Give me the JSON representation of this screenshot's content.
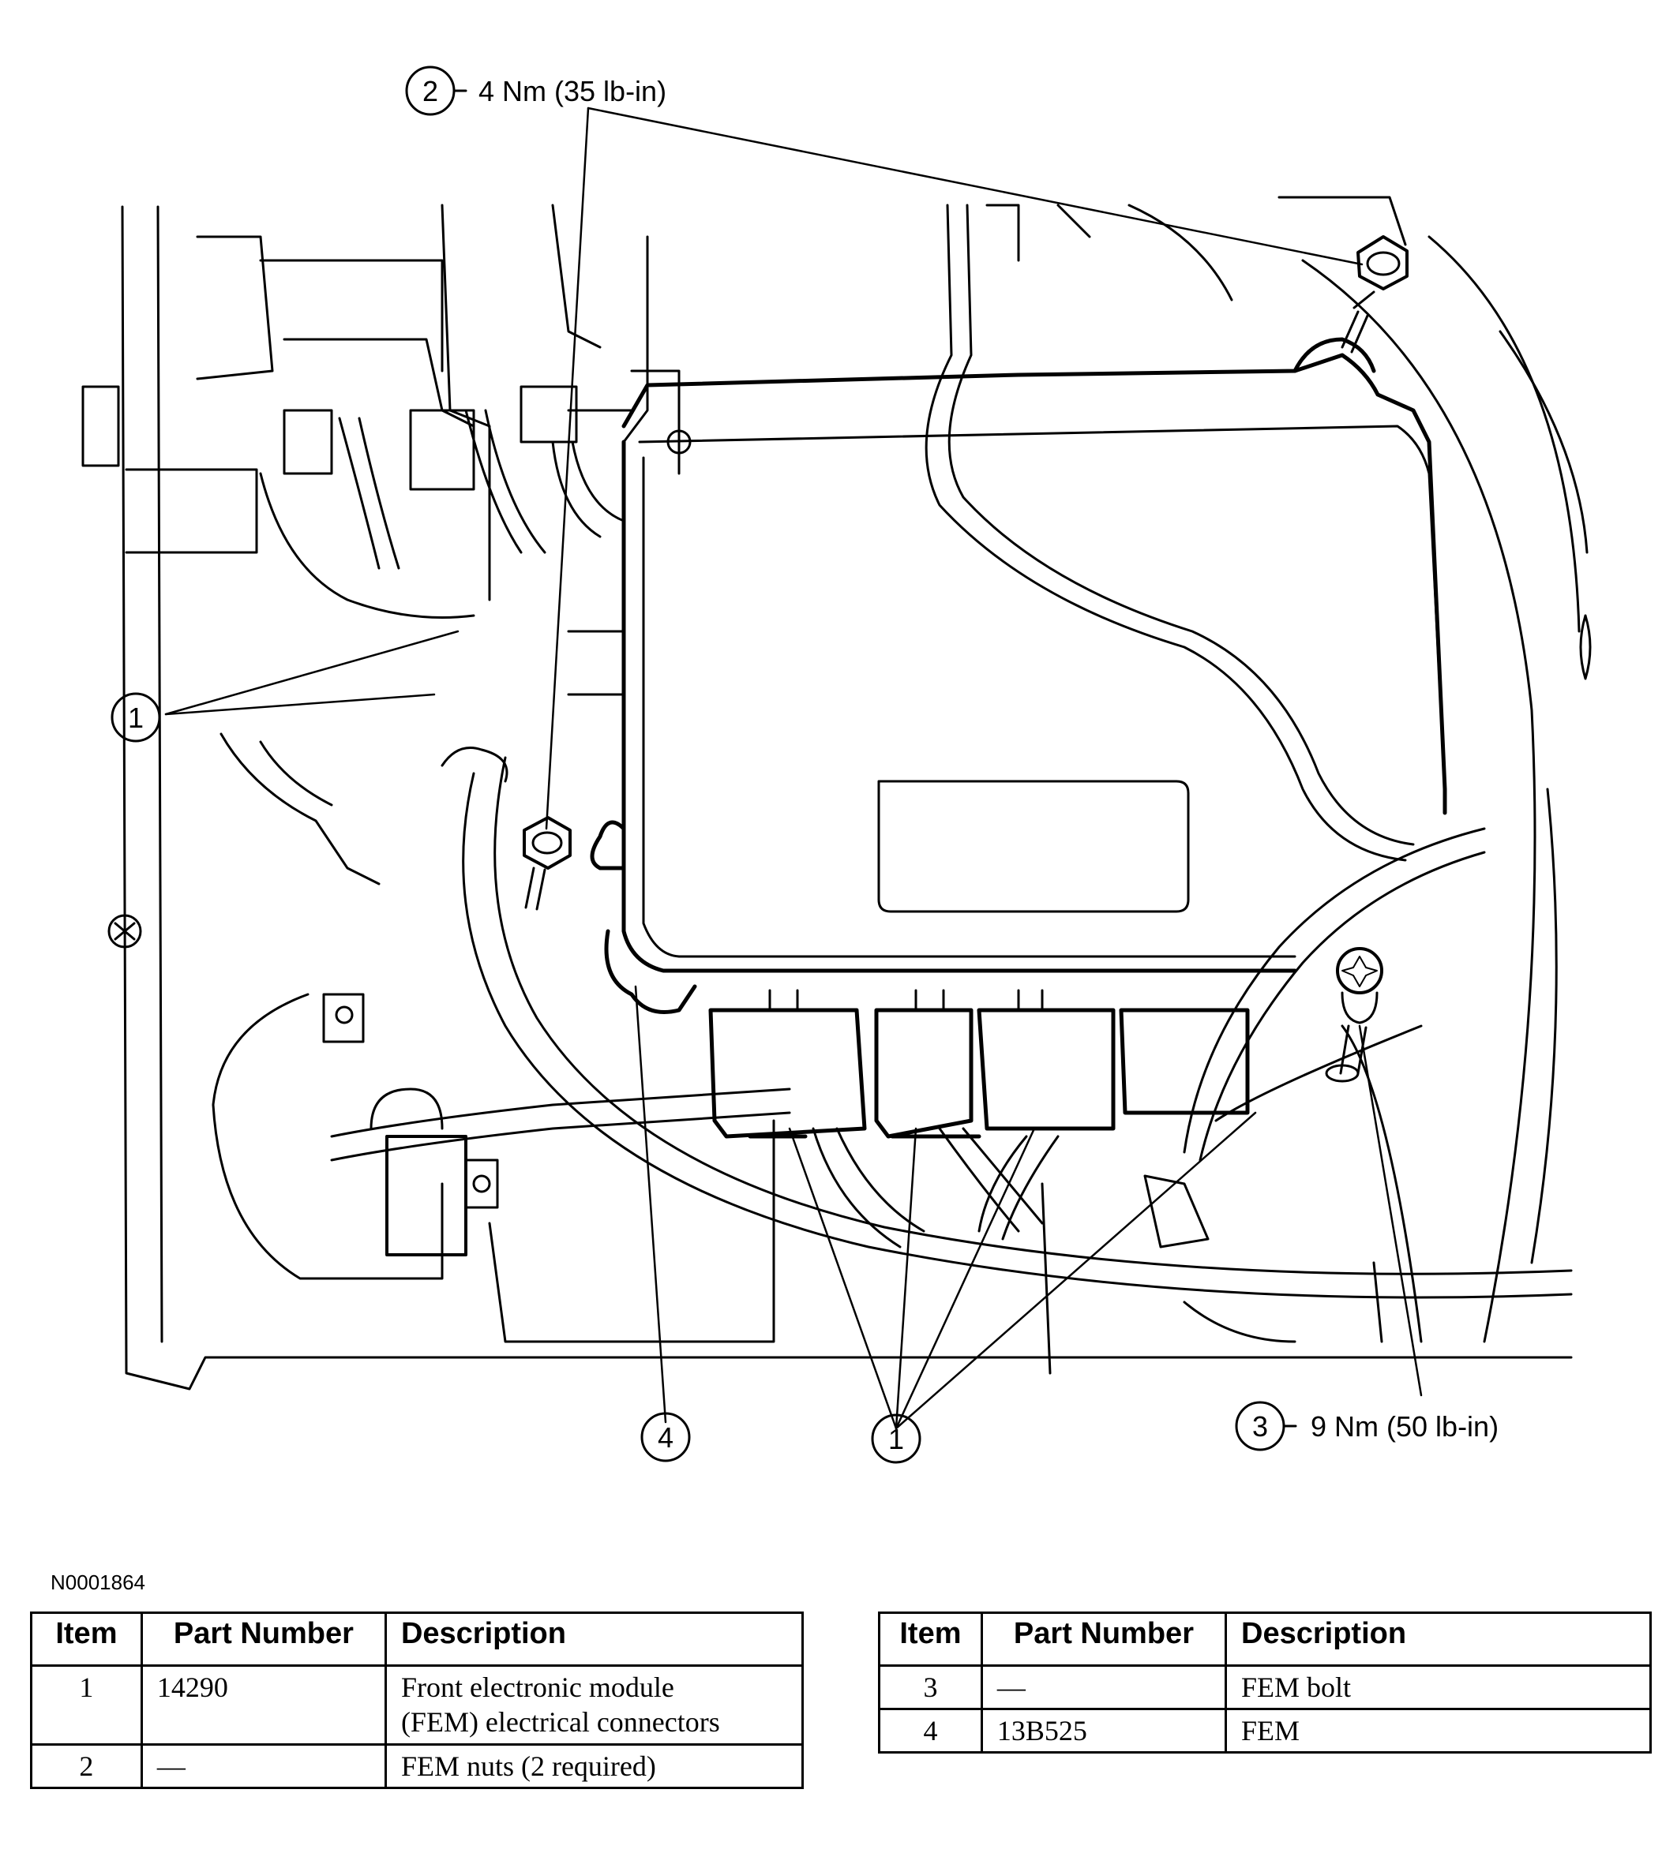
{
  "callouts": {
    "c2": {
      "number": "2",
      "torque": "4 Nm (35 lb-in)"
    },
    "c1_left": {
      "number": "1"
    },
    "c4": {
      "number": "4"
    },
    "c1_bottom": {
      "number": "1"
    },
    "c3": {
      "number": "3",
      "torque": "9 Nm (50 lb-in)"
    }
  },
  "figure_id": "N0001864",
  "table_headers": {
    "item": "Item",
    "part_number": "Part Number",
    "description": "Description"
  },
  "table_left": [
    {
      "item": "1",
      "part_number": "14290",
      "description_line1": "Front electronic module",
      "description_line2": "(FEM) electrical connectors"
    },
    {
      "item": "2",
      "part_number": "—",
      "description_line1": "FEM nuts (2 required)"
    }
  ],
  "table_right": [
    {
      "item": "3",
      "part_number": "—",
      "description_line1": "FEM bolt"
    },
    {
      "item": "4",
      "part_number": "13B525",
      "description_line1": "FEM"
    }
  ]
}
